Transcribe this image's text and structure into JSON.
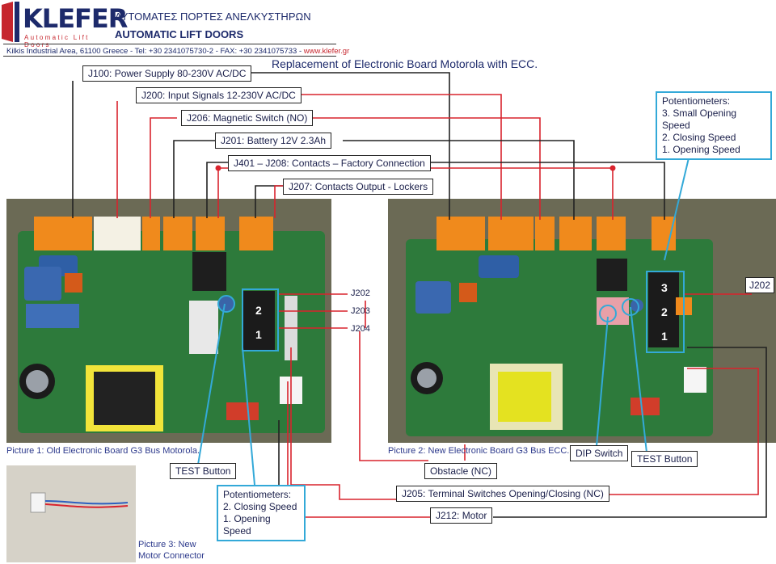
{
  "header": {
    "logo_text": "KLEFER",
    "logo_sub": "Automatic Lift Doors",
    "title_gr": "ΑΥΤΟΜΑΤΕΣ ΠΟΡΤΕΣ ΑΝΕΛΚΥΣΤΗΡΩΝ",
    "title_en": "AUTOMATIC LIFT DOORS",
    "address": "Kilkis Industrial Area, 61100 Greece - Tel: +30 2341075730-2 - FAX: +30 2341075733 - ",
    "website": "www.klefer.gr"
  },
  "doc_title": "Replacement of Electronic Board Motorola with ECC.",
  "labels": {
    "j100": "J100: Power Supply 80-230V AC/DC",
    "j200": "J200: Input Signals 12-230V AC/DC",
    "j206": "J206: Magnetic Switch (NO)",
    "j201": "J201: Battery 12V 2.3Ah",
    "j401": "J401 – J208: Contacts – Factory Connection",
    "j207": "J207: Contacts Output - Lockers",
    "j202_a": "J202",
    "j203": "J203",
    "j204": "J204",
    "j202_b": "J202",
    "obstacle": "Obstacle (NC)",
    "dip": "DIP Switch",
    "test_left": "TEST Button",
    "test_right": "TEST Button",
    "j205": "J205: Terminal Switches Opening/Closing (NC)",
    "j212": "J212: Motor"
  },
  "pot_right": {
    "title": "Potentiometers:",
    "items": [
      "3. Small Opening Speed",
      "2. Closing Speed",
      "1. Opening Speed"
    ]
  },
  "pot_left": {
    "title": "Potentiometers:",
    "items": [
      "2. Closing Speed",
      "1. Opening Speed"
    ]
  },
  "pot_numbers_left": [
    "2",
    "1"
  ],
  "pot_numbers_right": [
    "3",
    "2",
    "1"
  ],
  "captions": {
    "pic1": "Picture 1: Old Electronic Board G3 Bus Motorola.",
    "pic2": "Picture 2: New Electronic Board G3 Bus ECC.",
    "pic3_l1": "Picture 3: New",
    "pic3_l2": "Motor Connector"
  },
  "colors": {
    "wire_red": "#d9232d",
    "wire_black": "#222222",
    "highlight_blue": "#33a9d8",
    "pcb_green": "#2f7a3a",
    "connector_orange": "#f08a1c"
  }
}
